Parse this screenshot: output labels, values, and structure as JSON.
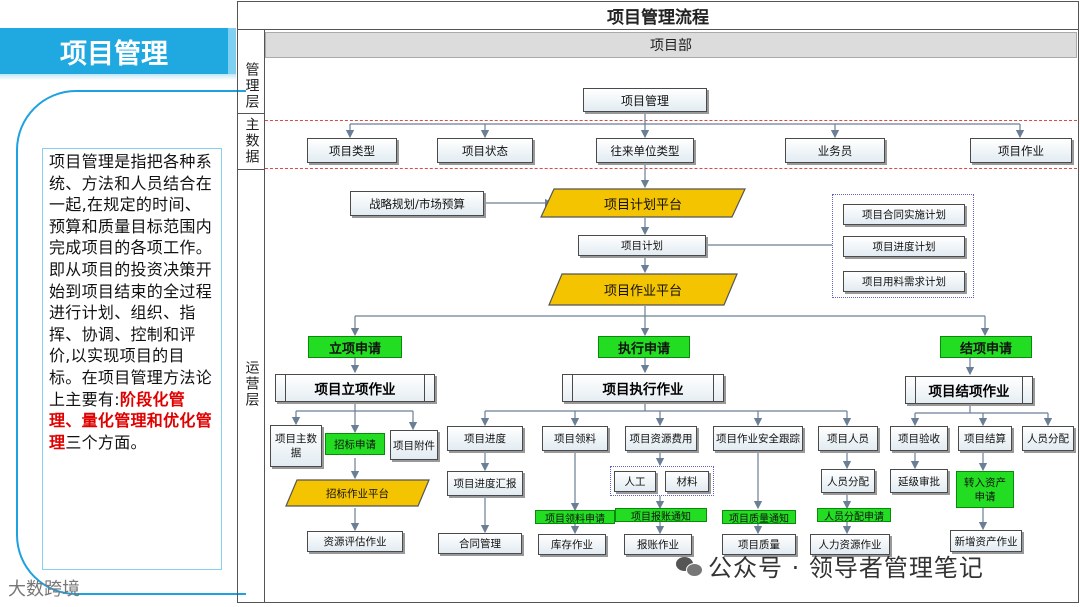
{
  "slide": {
    "title": "项目管理",
    "description_parts": [
      {
        "text": "项目管理是指把各种系统、方法和人员结合在一起,在规定的时间、预算和质量目标范围内完成项目的各项工作。即从项目的投资决策开始到项目结束的全过程进行计划、组织、指挥、协调、控制和评价,以实现项目的目标。在项目管理方法论上主要有:",
        "emphasis": false
      },
      {
        "text": "阶段化管理、量化管理和优化管理",
        "emphasis": true
      },
      {
        "text": "三个方面。",
        "emphasis": false
      }
    ]
  },
  "diagram": {
    "title": "项目管理流程",
    "department": "项目部",
    "lanes": [
      "管理层",
      "主数据",
      "运营层"
    ],
    "management": {
      "root": "项目管理"
    },
    "master_data": [
      "项目类型",
      "项目状态",
      "往来单位类型",
      "业务员",
      "项目作业"
    ],
    "planning": {
      "input": "战略规划/市场预算",
      "plan_platform": "项目计划平台",
      "plan": "项目计划",
      "sub_plans": [
        "项目合同实施计划",
        "项目进度计划",
        "项目用料需求计划"
      ],
      "work_platform": "项目作业平台"
    },
    "phases": {
      "initiation": {
        "apply": "立项申请",
        "process": "项目立项作业",
        "tasks": [
          "项目主数据",
          "招标申请",
          "项目附件"
        ],
        "platform": "招标作业平台",
        "result": "资源评估作业"
      },
      "execution": {
        "apply": "执行申请",
        "process": "项目执行作业",
        "tasks": [
          "项目进度",
          "项目领料",
          "项目资源费用",
          "项目作业安全跟踪",
          "项目人员"
        ],
        "progress_report": "项目进度汇报",
        "cost_types": [
          "人工",
          "材料"
        ],
        "notices": [
          "项目领料申请",
          "项目报账通知",
          "项目质量通知",
          "人员分配申请"
        ],
        "staff_assign": "人员分配",
        "results": [
          "合同管理",
          "库存作业",
          "报账作业",
          "项目质量",
          "人力资源作业"
        ]
      },
      "closing": {
        "apply": "结项申请",
        "process": "项目结项作业",
        "tasks": [
          "项目验收",
          "项目结算",
          "人员分配"
        ],
        "delay_approval": "延级审批",
        "asset_request": "转入资产申请",
        "result": "新增资产作业"
      }
    }
  },
  "watermarks": {
    "left": "大数跨境",
    "right": "公众号 · 领导者管理笔记"
  },
  "colors": {
    "title_bar": "#20a8e0",
    "apply_green": "#22dd22",
    "platform_yellow": "#f5c400",
    "emphasis_red": "#e00000"
  }
}
